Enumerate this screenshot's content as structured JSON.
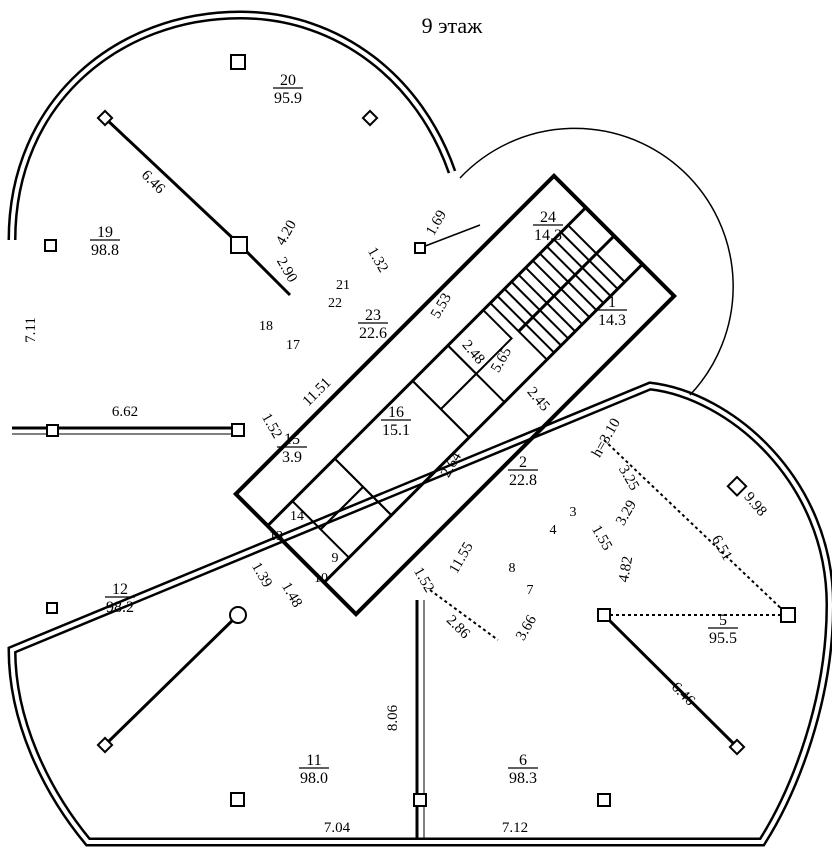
{
  "title": "9 этаж",
  "rooms": [
    {
      "num": "20",
      "area": "95.9"
    },
    {
      "num": "19",
      "area": "98.8"
    },
    {
      "num": "24",
      "area": "14.3"
    },
    {
      "num": "1",
      "area": "14.3"
    },
    {
      "num": "23",
      "area": "22.6"
    },
    {
      "num": "16",
      "area": "15.1"
    },
    {
      "num": "15",
      "area": "3.9"
    },
    {
      "num": "2",
      "area": "22.8"
    },
    {
      "num": "12",
      "area": "98.2"
    },
    {
      "num": "11",
      "area": "98.0"
    },
    {
      "num": "6",
      "area": "98.3"
    },
    {
      "num": "5",
      "area": "95.5"
    }
  ],
  "small_rooms": [
    "18",
    "17",
    "22",
    "21",
    "14",
    "13",
    "9",
    "10",
    "3",
    "4",
    "8",
    "7"
  ],
  "dims": [
    "6.46",
    "4.20",
    "2.90",
    "1.69",
    "1.32",
    "7.11",
    "6.62",
    "1.52",
    "11.51",
    "5.53",
    "2.48",
    "5.65",
    "2.45",
    "2.64",
    "h=3.10",
    "3.25",
    "9.98",
    "3.29",
    "6.51",
    "1.55",
    "4.82",
    "11.55",
    "1.52",
    "1.39",
    "1.48",
    "2.86",
    "3.66",
    "8.06",
    "6.46",
    "7.04",
    "7.12"
  ]
}
